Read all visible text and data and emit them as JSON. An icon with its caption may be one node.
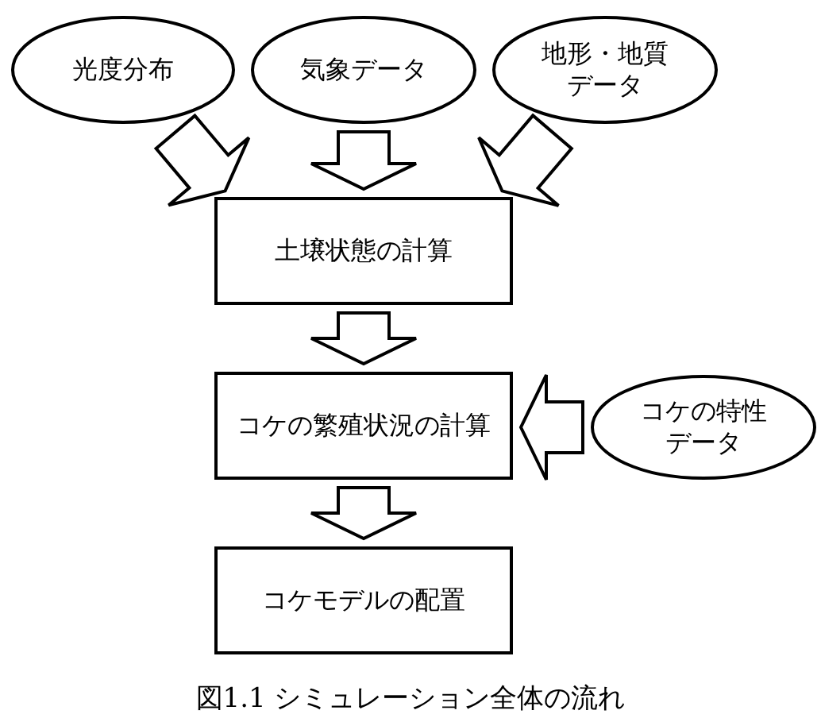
{
  "diagram": {
    "caption": "図1.1 シミュレーション全体の流れ",
    "nodes": [
      {
        "text": [
          "光度分布"
        ]
      },
      {
        "text": [
          "気象データ"
        ]
      },
      {
        "text": [
          "地形・地質データ"
        ]
      },
      {
        "text": [
          "土壌状態の計算"
        ]
      },
      {
        "text": [
          "コケの繁殖状況の計算"
        ]
      },
      {
        "text": [
          "コケの特性データ"
        ]
      },
      {
        "text": [
          "コケモデルの配置"
        ]
      }
    ],
    "edges": [
      {
        "from": 0,
        "to": 3,
        "arrow": "to"
      },
      {
        "from": 1,
        "to": 3,
        "arrow": "to"
      },
      {
        "from": 2,
        "to": 3,
        "arrow": "to"
      },
      {
        "from": 3,
        "to": 4,
        "arrow": "to"
      },
      {
        "from": 5,
        "to": 4,
        "arrow": "to"
      },
      {
        "from": 4,
        "to": 6,
        "arrow": "to"
      }
    ]
  }
}
